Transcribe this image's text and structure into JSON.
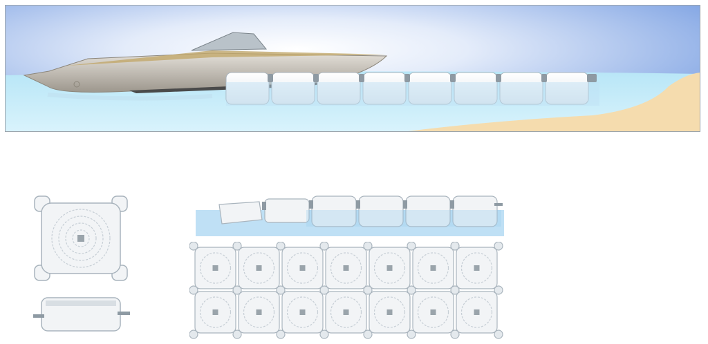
{
  "colors": {
    "sky_top": "#7fa3e3",
    "sky_glow": "#ffffff",
    "water": "#cdeefb",
    "sand": "#f5dcae",
    "module": "#eef1f4",
    "module_edge": "#a9b4bd",
    "hull": "#cfcac2",
    "deck": "#8f8a80",
    "waterline_blue": "#bfe0f5"
  },
  "scene": {
    "dock_module_count": 8,
    "boat": "speedboat-icon"
  },
  "illustrations": {
    "single_module_top": "dock-module-top-icon",
    "single_module_side": "dock-module-side-icon",
    "side_row_module_count": 6,
    "grid_rows": 2,
    "grid_columns": 7
  }
}
